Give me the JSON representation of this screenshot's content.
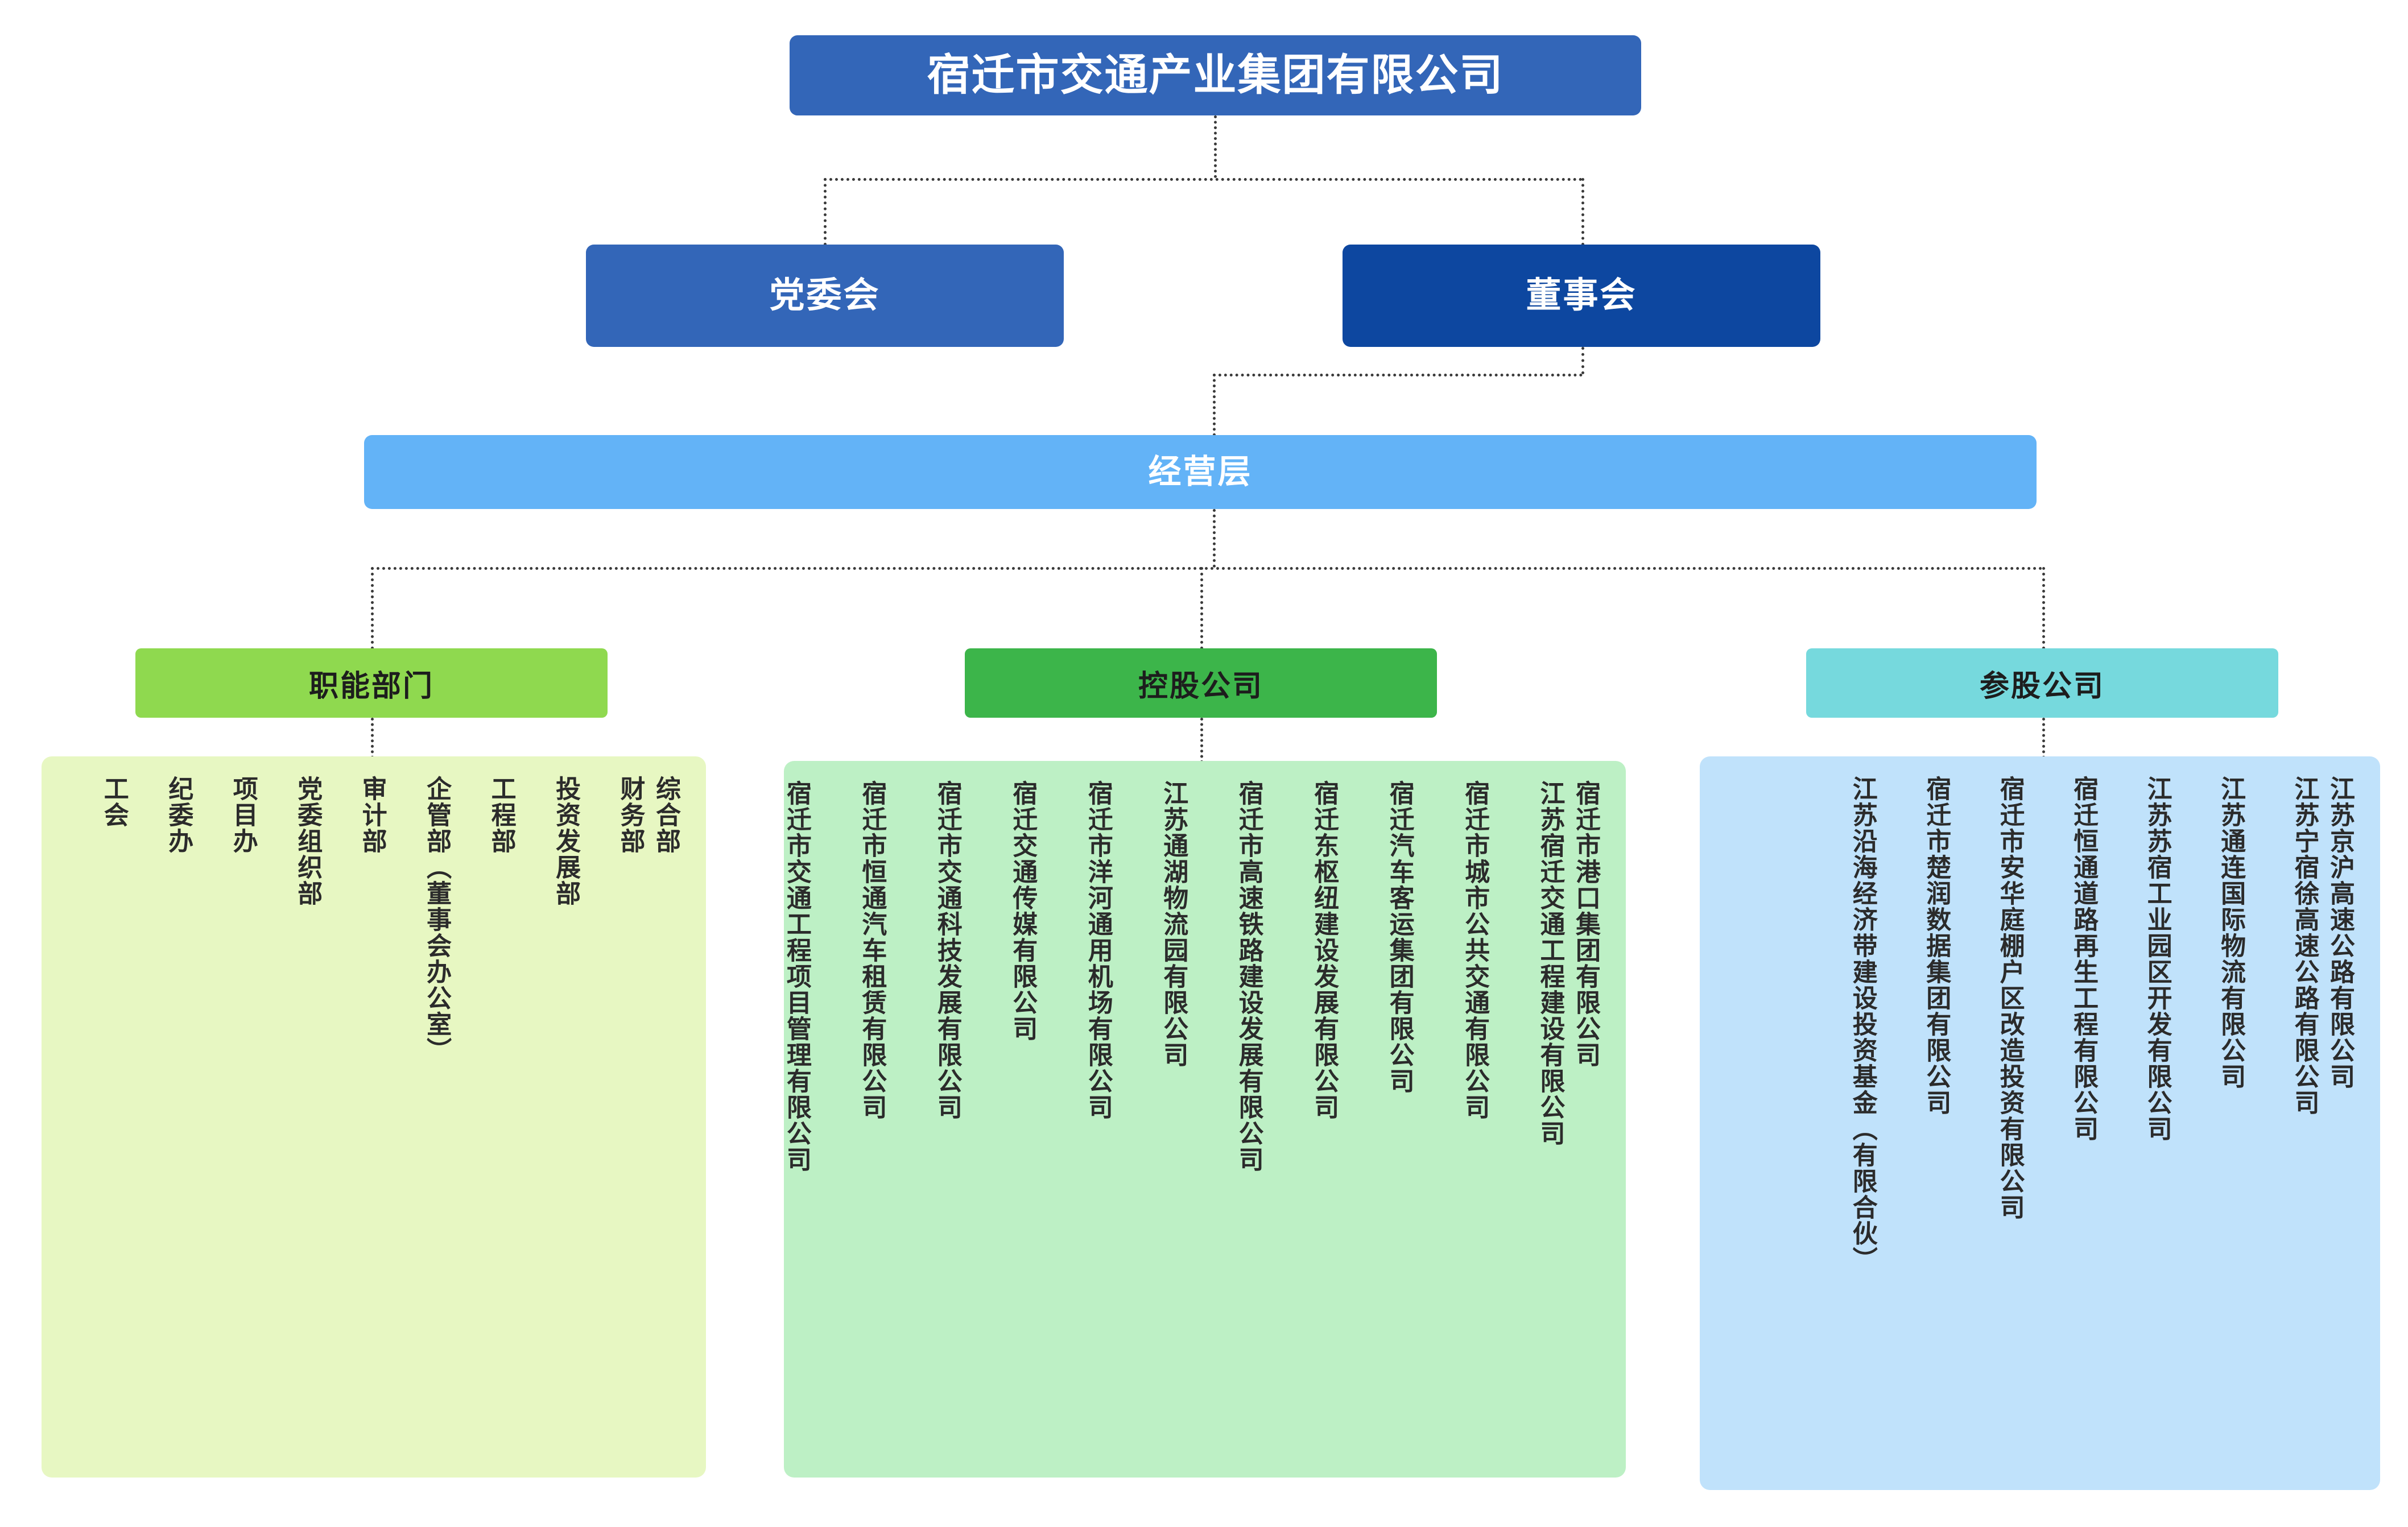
{
  "root": {
    "label": "宿迁市交通产业集团有限公司"
  },
  "level2": {
    "party": {
      "label": "党委会",
      "color": "#3366b8"
    },
    "board": {
      "label": "董事会",
      "color": "#0d47a0"
    }
  },
  "level3": {
    "management": {
      "label": "经营层",
      "color": "#63b3f7"
    }
  },
  "categories": [
    {
      "id": "functional",
      "label": "职能部门",
      "color": "#8fd94f",
      "panel_color": "#e7f7c2"
    },
    {
      "id": "holding",
      "label": "控股公司",
      "color": "#3cb54a",
      "panel_color": "#bdf0c5"
    },
    {
      "id": "equity",
      "label": "参股公司",
      "color": "#76d9dd",
      "panel_color": "#c0e2fb"
    }
  ],
  "functional_departments": [
    "综合部",
    "财务部",
    "投资发展部",
    "工程部",
    "企管部（董事会办公室）",
    "审计部",
    "党委组织部",
    "项目办",
    "纪委办",
    "工会"
  ],
  "holding_companies": [
    "宿迁市港口集团有限公司",
    "江苏宿迁交通工程建设有限公司",
    "宿迁市城市公共交通有限公司",
    "宿迁汽车客运集团有限公司",
    "宿迁东枢纽建设发展有限公司",
    "宿迁市高速铁路建设发展有限公司",
    "江苏通湖物流园有限公司",
    "宿迁市洋河通用机场有限公司",
    "宿迁交通传媒有限公司",
    "宿迁市交通科技发展有限公司",
    "宿迁市恒通汽车租赁有限公司",
    "宿迁市交通工程项目管理有限公司"
  ],
  "equity_companies": [
    "江苏京沪高速公路有限公司",
    "江苏宁宿徐高速公路有限公司",
    "江苏通连国际物流有限公司",
    "江苏苏宿工业园区开发有限公司",
    "宿迁恒通道路再生工程有限公司",
    "宿迁市安华庭棚户区改造投资有限公司",
    "宿迁市楚润数据集团有限公司",
    "江苏沿海经济带建设投资基金（有限合伙）"
  ]
}
